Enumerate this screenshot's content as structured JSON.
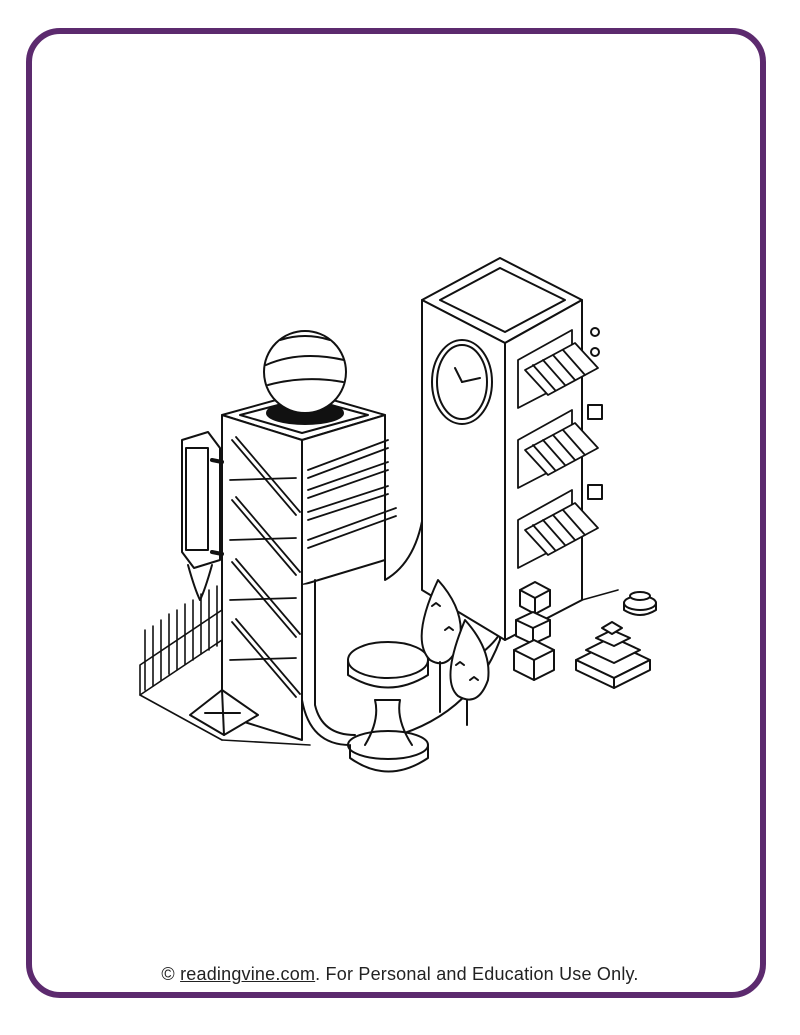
{
  "frame": {
    "border_color": "#5c2a6e"
  },
  "illustration": {
    "subject": "isometric letter U coloring page",
    "icon": "letter-u-coloring-illustration"
  },
  "footer": {
    "copyright_symbol": "©",
    "link_text": "readingvine.com",
    "suffix_text": ". For Personal and Education Use Only."
  }
}
